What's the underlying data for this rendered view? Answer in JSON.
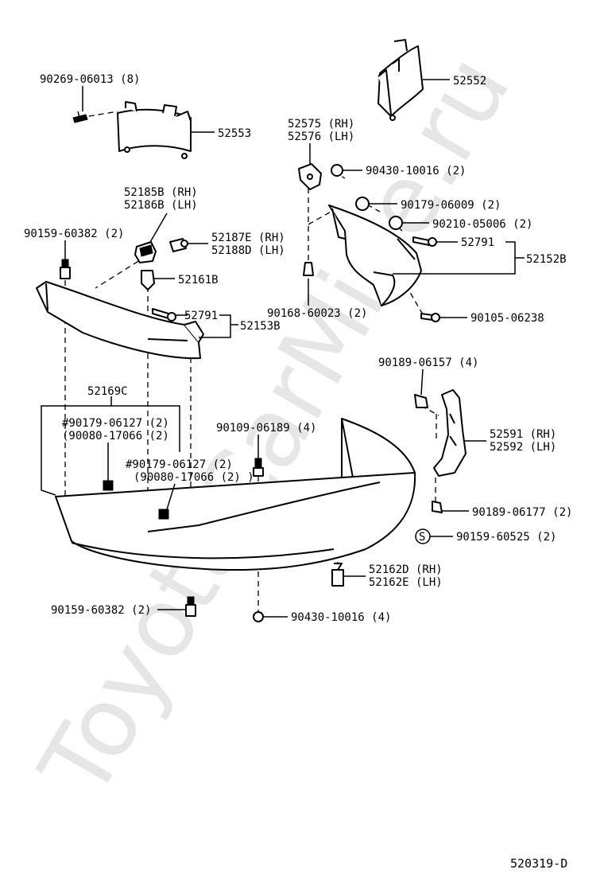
{
  "watermark": "ToyotaCarMine.ru",
  "diagram_ref": "520319-D",
  "labels": {
    "l01": "90269-06013 (8)",
    "l02": "52553",
    "l03": "52552",
    "l04": "52575 (RH)",
    "l05": "52576 (LH)",
    "l06": "90430-10016 (2)",
    "l07": "90179-06009 (2)",
    "l08": "90210-05006 (2)",
    "l09": "52185B (RH)",
    "l10": "52186B (LH)",
    "l11": "90159-60382 (2)",
    "l12": "52187E (RH)",
    "l13": "52188D (LH)",
    "l14": "52791",
    "l15": "52152B",
    "l16": "52161B",
    "l17": "90168-60023 (2)",
    "l18": "90105-06238",
    "l19": "52791",
    "l20": "52153B",
    "l21": "90189-06157 (4)",
    "l22": "52169C",
    "l23": "#90179-06127 (2)",
    "l24": "(90080-17066 (2)",
    "l25": "90109-06189 (4)",
    "l26": "52591 (RH)",
    "l27": "52592 (LH)",
    "l28": "#90179-06127 (2)",
    "l29": "(90080-17066 (2) )",
    "l30": "90189-06177 (2)",
    "l31": "90159-60525 (2)",
    "l32": "52162D (RH)",
    "l33": "52162E (LH)",
    "l34": "90159-60382 (2)",
    "l35": "90430-10016 (4)"
  },
  "s_mark": "S"
}
